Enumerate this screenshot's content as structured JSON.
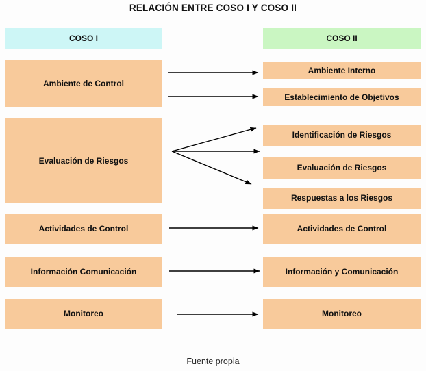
{
  "title": "RELACIÓN ENTRE COSO I Y COSO II",
  "footer": "Fuente propia",
  "colors": {
    "background": "#fdfdfd",
    "coso1_header": "#cdf6f6",
    "coso2_header": "#caf6c2",
    "component_box": "#f8ca9b",
    "text": "#101010",
    "arrow": "#000000"
  },
  "columns": {
    "left": {
      "header": "COSO I",
      "items": [
        {
          "label": "Ambiente de Control"
        },
        {
          "label": "Evaluación de Riesgos"
        },
        {
          "label": "Actividades de Control"
        },
        {
          "label": "Información Comunicación"
        },
        {
          "label": "Monitoreo"
        }
      ]
    },
    "right": {
      "header": "COSO II",
      "items": [
        {
          "label": "Ambiente Interno"
        },
        {
          "label": "Establecimiento de Objetivos"
        },
        {
          "label": "Identificación de Riesgos"
        },
        {
          "label": "Evaluación de Riesgos"
        },
        {
          "label": "Respuestas a los Riesgos"
        },
        {
          "label": "Actividades de Control"
        },
        {
          "label": "Información y Comunicación"
        },
        {
          "label": "Monitoreo"
        }
      ]
    }
  },
  "chart_data": {
    "type": "diagram",
    "title": "RELACIÓN ENTRE COSO I Y COSO II",
    "subtitle": "Fuente propia",
    "nodes_left": [
      "Ambiente de Control",
      "Evaluación de Riesgos",
      "Actividades de Control",
      "Información Comunicación",
      "Monitoreo"
    ],
    "nodes_right": [
      "Ambiente Interno",
      "Establecimiento de Objetivos",
      "Identificación de Riesgos",
      "Evaluación de Riesgos",
      "Respuestas a los Riesgos",
      "Actividades de Control",
      "Información y Comunicación",
      "Monitoreo"
    ],
    "edges": [
      {
        "from": "Ambiente de Control",
        "to": "Ambiente Interno"
      },
      {
        "from": "Ambiente de Control",
        "to": "Establecimiento de Objetivos"
      },
      {
        "from": "Evaluación de Riesgos",
        "to": "Identificación de Riesgos"
      },
      {
        "from": "Evaluación de Riesgos",
        "to": "Evaluación de Riesgos"
      },
      {
        "from": "Evaluación de Riesgos",
        "to": "Respuestas a los Riesgos"
      },
      {
        "from": "Actividades de Control",
        "to": "Actividades de Control"
      },
      {
        "from": "Información Comunicación",
        "to": "Información y Comunicación"
      },
      {
        "from": "Monitoreo",
        "to": "Monitoreo"
      }
    ]
  }
}
